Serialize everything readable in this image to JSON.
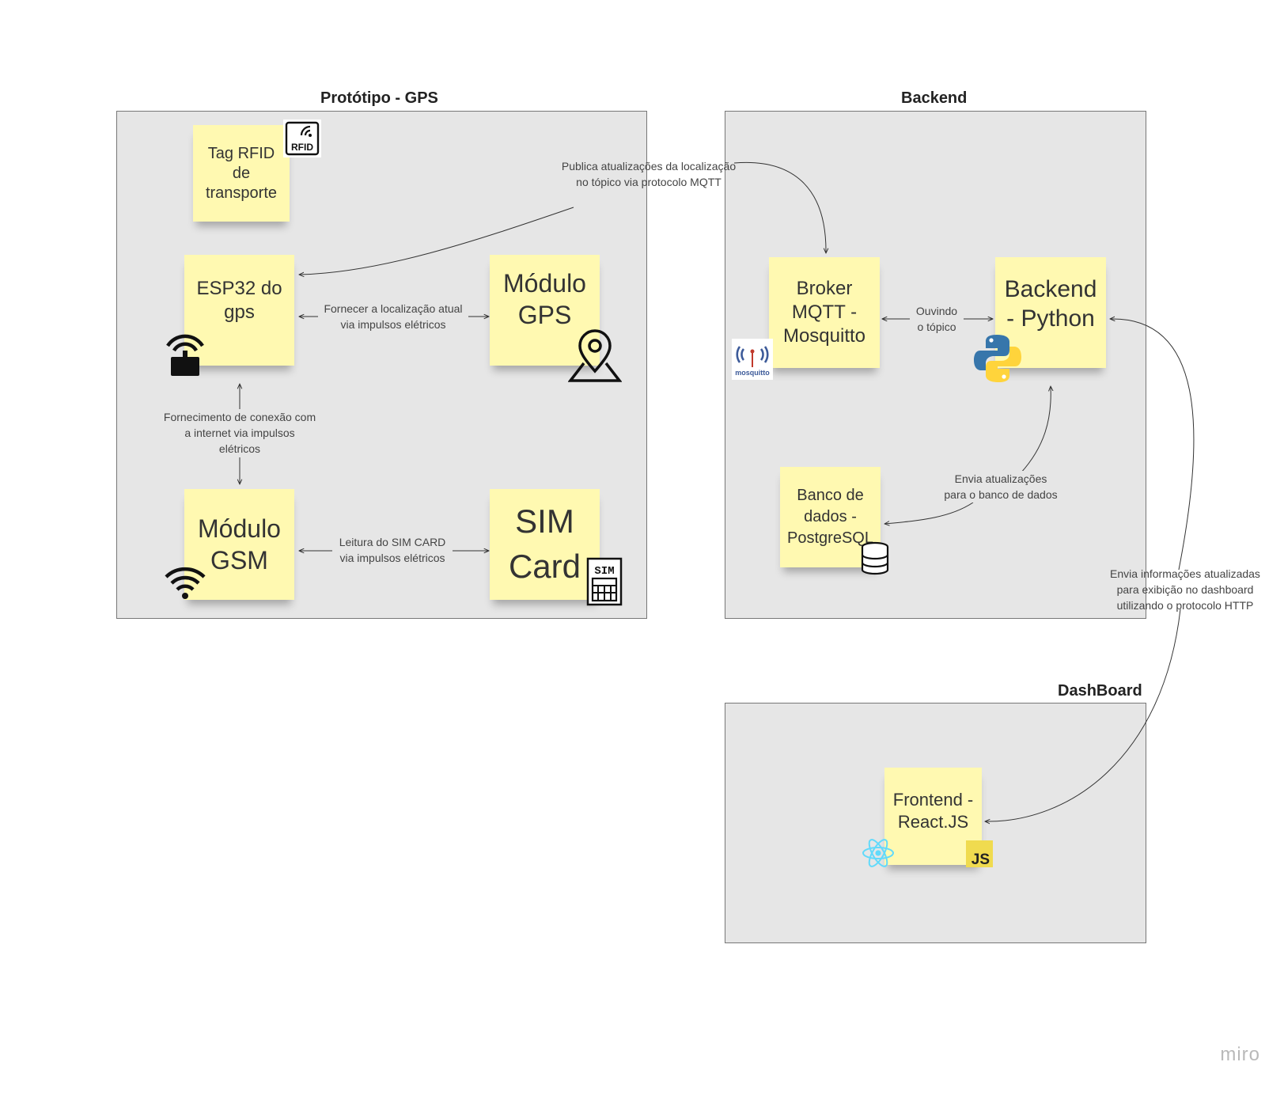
{
  "frames": {
    "prototype": {
      "title": "Protótipo - GPS"
    },
    "backend": {
      "title": "Backend"
    },
    "dashboard": {
      "title": "DashBoard"
    }
  },
  "notes": {
    "rfid_tag": "Tag RFID de transporte",
    "esp32": "ESP32 do gps",
    "gps_module": "Módulo GPS",
    "gsm_module": "Módulo GSM",
    "sim_card": "SIM Card",
    "broker": "Broker MQTT - Mosquitto",
    "backend_python": "Backend - Python",
    "database": "Banco de dados - PostgreSQL",
    "frontend": "Frontend - React.JS"
  },
  "edges": {
    "publish": "Publica atualizações da localização\nno tópico via protocolo MQTT",
    "gps_location": "Fornecer a localização atual\nvia impulsos elétricos",
    "gsm_connection": "Fornecimento de conexão com\na internet via impulsos\nelétricos",
    "sim_reading": "Leitura do SIM CARD\nvia impulsos elétricos",
    "listening": "Ouvindo\no tópico",
    "db_updates": "Envia atualizações\npara o banco de dados",
    "http_updates": "Envia informações atualizadas\npara exibição no dashboard\nutilizando o protocolo HTTP"
  },
  "icons": {
    "rfid": {
      "name": "rfid-icon",
      "label": "RFID"
    },
    "router": "router-icon",
    "location_pin": "location-pin-icon",
    "wifi": "wifi-icon",
    "sim": {
      "name": "sim-card-icon",
      "label": "SIM"
    },
    "mosquitto": {
      "name": "mosquitto-logo",
      "label": "mosquitto"
    },
    "python": "python-logo",
    "database": "database-icon",
    "react": "react-logo",
    "js": {
      "name": "javascript-logo",
      "label": "JS"
    }
  },
  "colors": {
    "sticky": "#fff9b1",
    "frame": "#e6e6e6",
    "python_blue": "#3776ab",
    "python_yellow": "#ffd43b",
    "react_cyan": "#61dafb",
    "js_yellow": "#f0db4f"
  },
  "branding": {
    "watermark": "miro"
  }
}
